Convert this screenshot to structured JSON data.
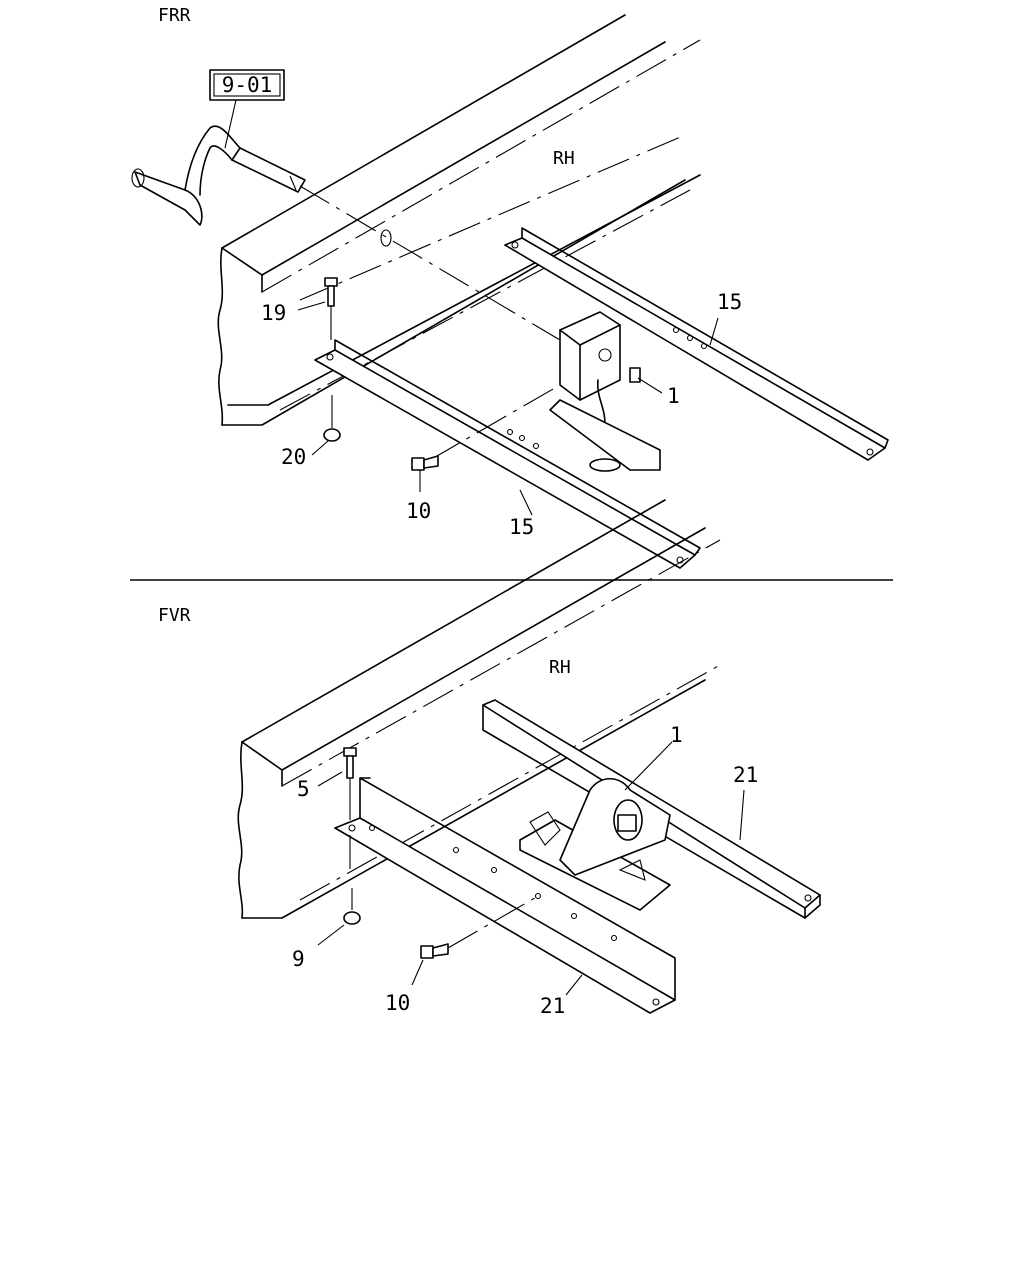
{
  "top_section": {
    "variant_label": "FRR",
    "side_label": "RH",
    "ref_box": "9-01",
    "callouts": [
      "19",
      "20",
      "10",
      "15",
      "15",
      "1"
    ]
  },
  "bottom_section": {
    "variant_label": "FVR",
    "side_label": "RH",
    "callouts": [
      "5",
      "9",
      "10",
      "21",
      "21",
      "1"
    ]
  }
}
